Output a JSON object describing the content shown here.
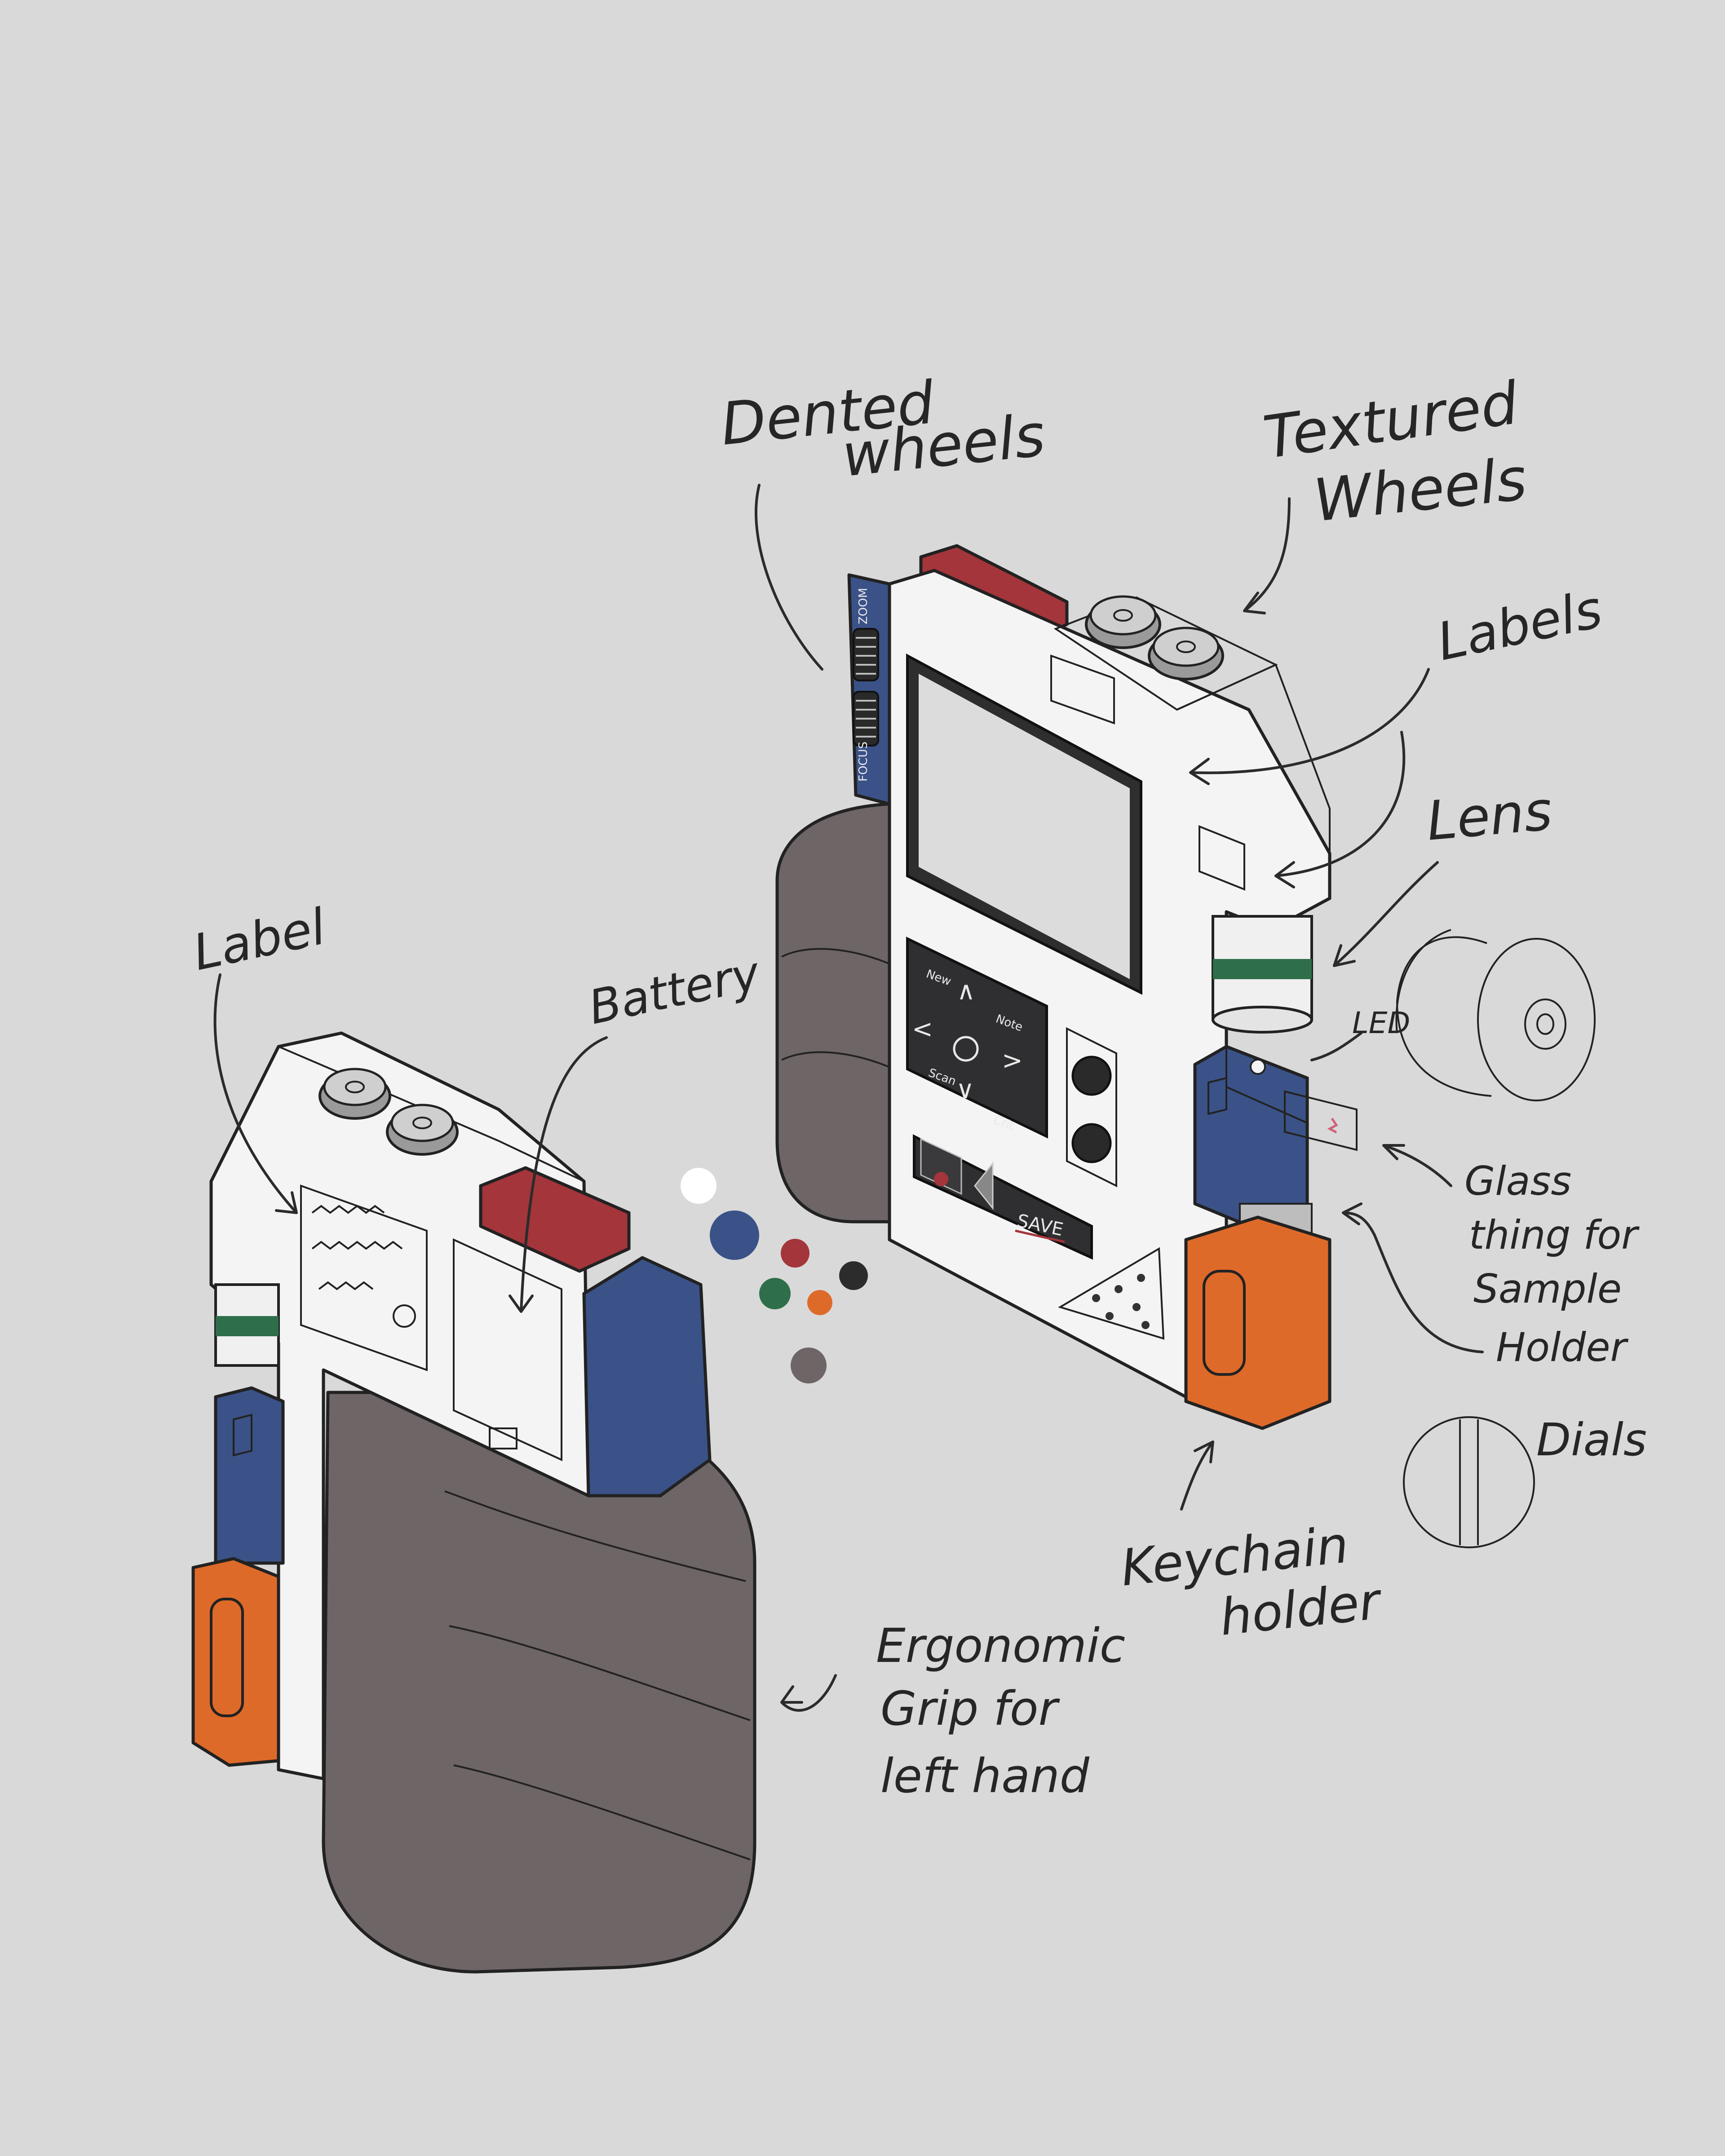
{
  "colors": {
    "background": "#d9d9d9",
    "body_white": "#f4f4f4",
    "grip": "#6e6567",
    "cap_red": "#a3353b",
    "side_blue": "#3a5287",
    "holder_orange": "#de6a2a",
    "lens_green": "#2f6e4a",
    "keypad_dark": "#2f2f31",
    "swatches": [
      "#ffffff",
      "#3a5287",
      "#a3353b",
      "#2c2c2c",
      "#2f6e4a",
      "#de6a2a",
      "#6e6567"
    ]
  },
  "annotations": {
    "dented_wheels": [
      "Dented",
      "wheels"
    ],
    "textured_wheels": [
      "Textured",
      "Wheels"
    ],
    "labels": "Labels",
    "lens": "Lens",
    "led": "LED",
    "glass": [
      "Glass",
      "thing for",
      "Sample",
      "Holder"
    ],
    "dials": "Dials",
    "keychain": [
      "Keychain",
      "holder"
    ],
    "ergonomic": [
      "Ergonomic",
      "Grip for",
      "left hand"
    ],
    "label": "Label",
    "battery": "Battery"
  },
  "device": {
    "keys": {
      "new": "New",
      "note": "Note",
      "scan": "Scan",
      "crit": "Crit",
      "save": "SAVE",
      "focus": "FOCUS",
      "zoom": "ZOOM"
    }
  }
}
